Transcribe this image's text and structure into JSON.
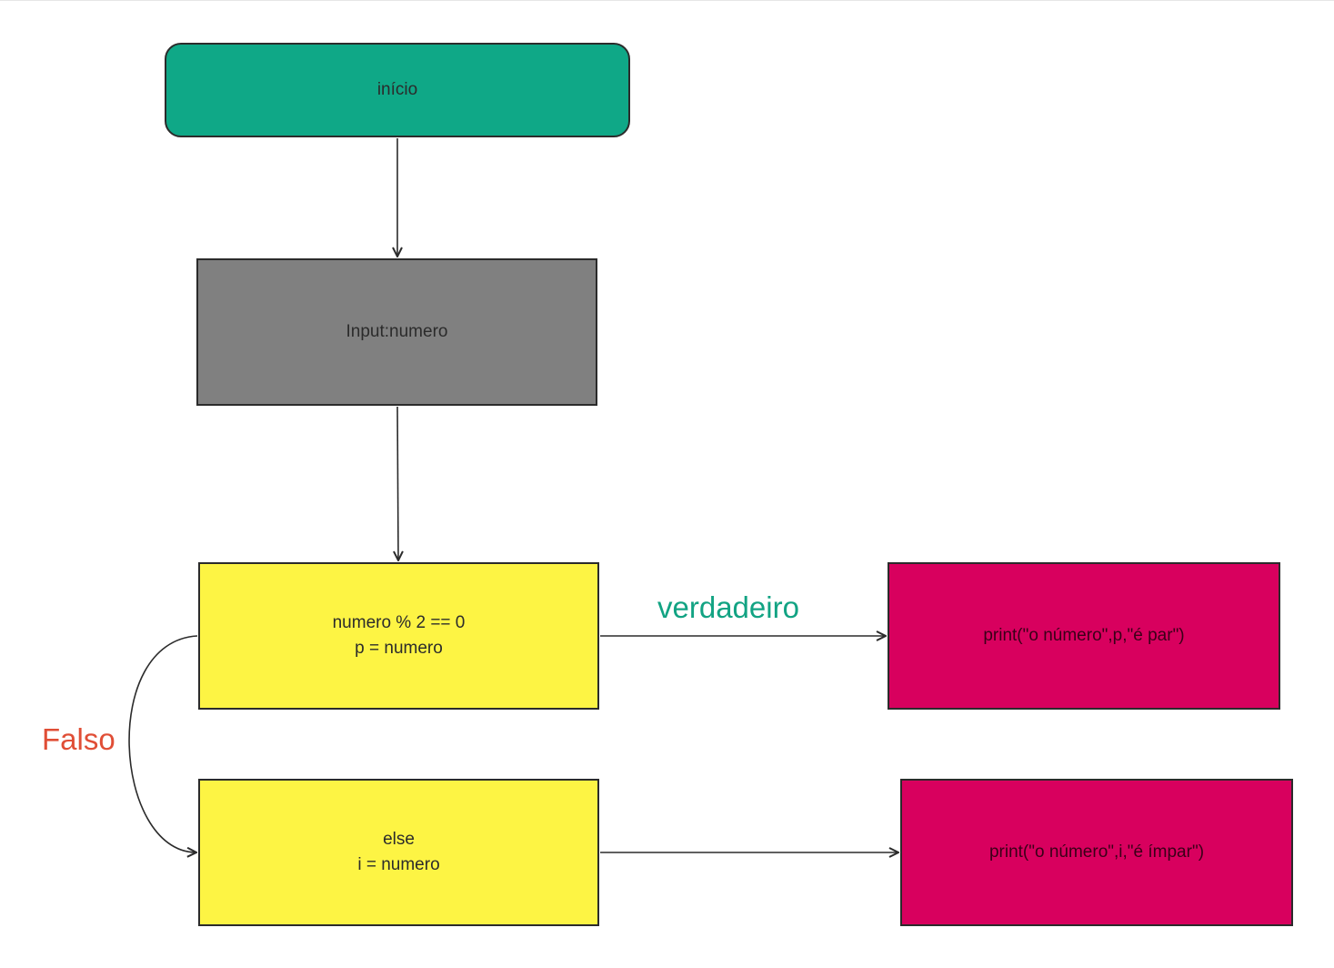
{
  "diagram": {
    "nodes": {
      "start": "início",
      "input": "Input:numero",
      "if_cond": [
        "numero % 2 == 0",
        "p = numero"
      ],
      "else_block": [
        "else",
        "i = numero"
      ],
      "print_par": "print(\"o número\",p,\"é par\")",
      "print_impar": "print(\"o número\",i,\"é ímpar\")"
    },
    "edges": {
      "true_label": "verdadeiro",
      "false_label": "Falso"
    },
    "colors": {
      "start": "#0fa887",
      "input": "#808080",
      "decision": "#fdf444",
      "output": "#d8005e",
      "true_label": "#12a383",
      "false_label": "#e04e36"
    }
  }
}
